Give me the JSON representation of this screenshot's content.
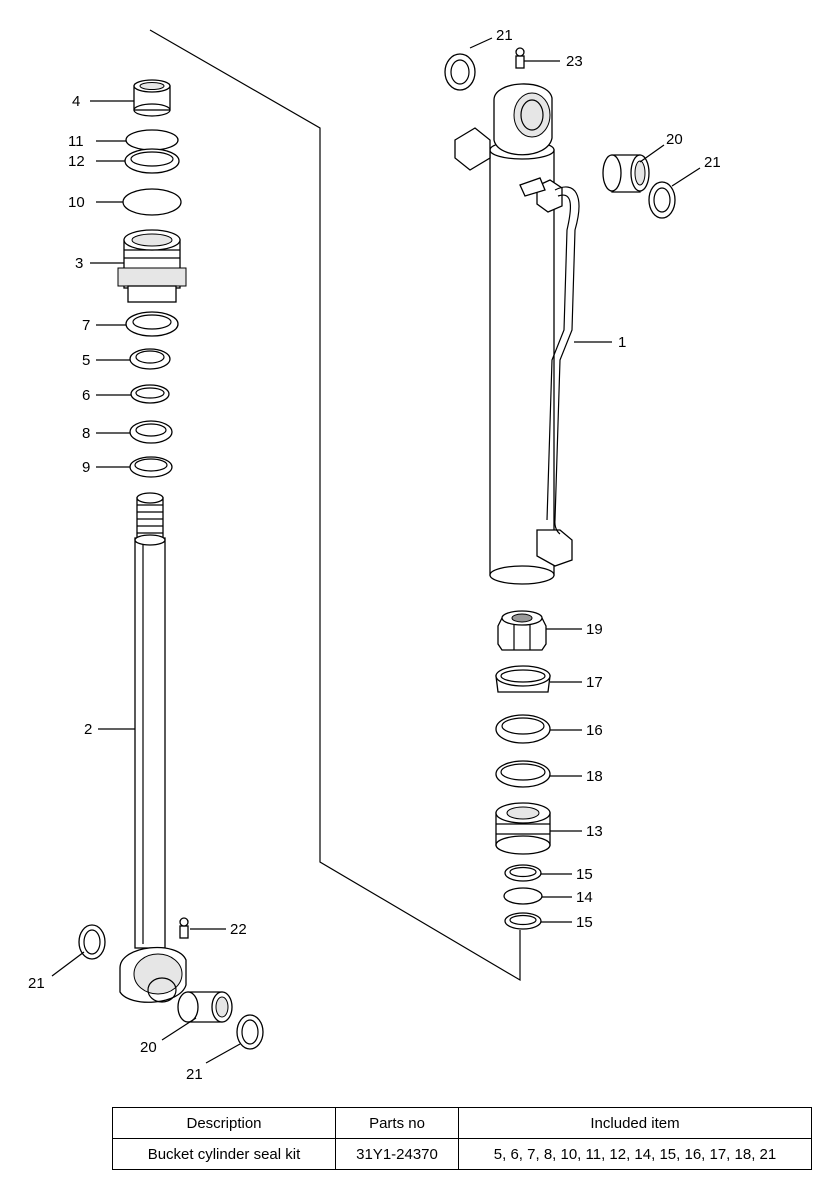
{
  "diagram": {
    "callouts": [
      "1",
      "2",
      "3",
      "4",
      "5",
      "6",
      "7",
      "8",
      "9",
      "10",
      "11",
      "12",
      "13",
      "14",
      "15",
      "15",
      "16",
      "17",
      "18",
      "19",
      "20",
      "20",
      "21",
      "21",
      "21",
      "21",
      "22",
      "23"
    ]
  },
  "table": {
    "headers": [
      "Description",
      "Parts no",
      "Included item"
    ],
    "rows": [
      [
        "Bucket cylinder seal kit",
        "31Y1-24370",
        "5, 6, 7, 8, 10, 11, 12, 14, 15, 16, 17, 18, 21"
      ]
    ]
  }
}
